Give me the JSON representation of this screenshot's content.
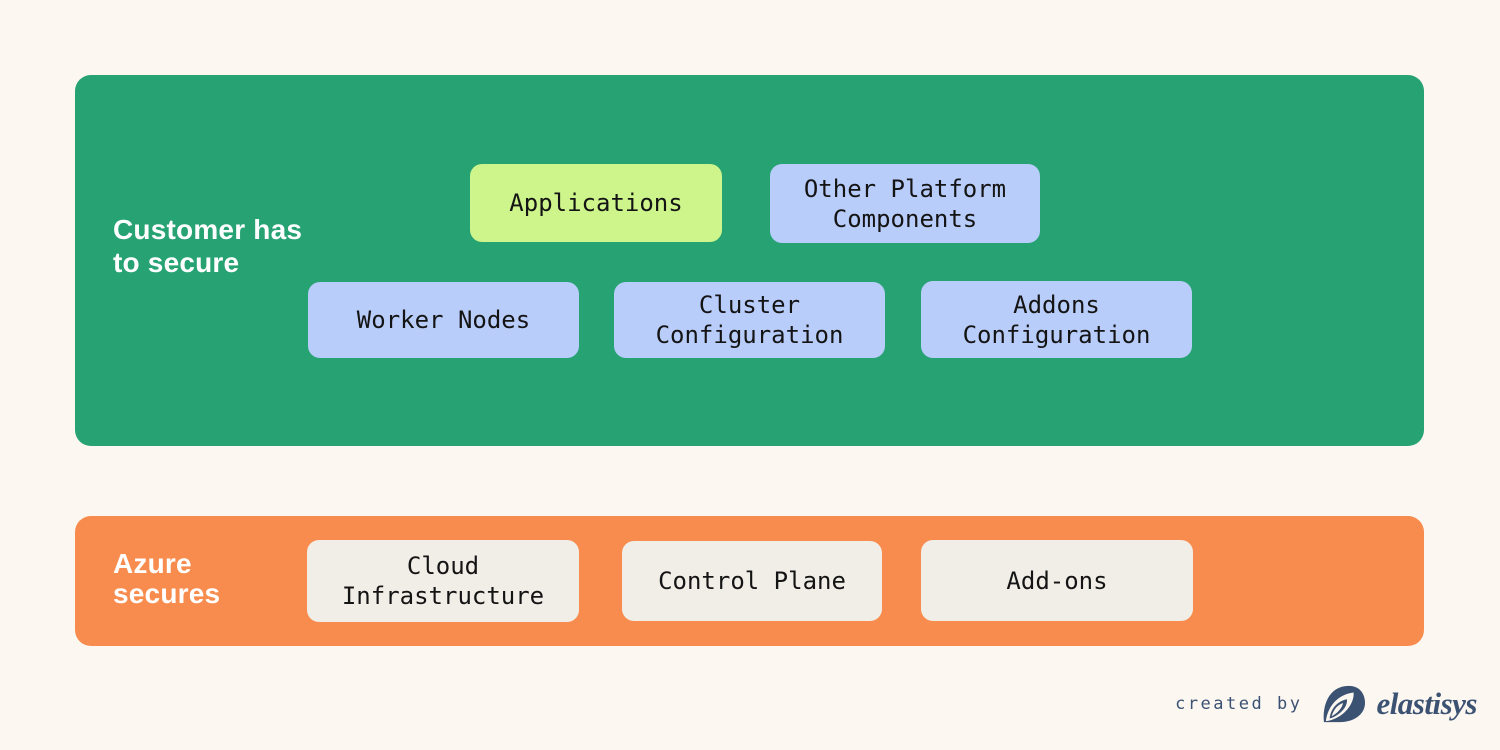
{
  "colors": {
    "page_background": "#FCF7F1",
    "customer_section_background": "#26A273",
    "azure_section_background": "#F88C4E",
    "chip_green": "#CDF58B",
    "chip_blue": "#B9CDFA",
    "chip_cream": "#F1EEE8",
    "chip_text": "#141414",
    "section_label_text": "#FFFFFF",
    "footer_text": "#3C5272"
  },
  "customer_section": {
    "label": "Customer has\nto secure",
    "items": [
      {
        "label": "Applications",
        "variant": "green"
      },
      {
        "label": "Other Platform Components",
        "variant": "blue"
      },
      {
        "label": "Worker Nodes",
        "variant": "blue"
      },
      {
        "label": "Cluster Configuration",
        "variant": "blue"
      },
      {
        "label": "Addons Configuration",
        "variant": "blue"
      }
    ]
  },
  "azure_section": {
    "label": "Azure\nsecures",
    "items": [
      {
        "label": "Cloud Infrastructure",
        "variant": "cream"
      },
      {
        "label": "Control Plane",
        "variant": "cream"
      },
      {
        "label": "Add-ons",
        "variant": "cream"
      }
    ]
  },
  "footer": {
    "credit": "created by",
    "brand": "elastisys",
    "logo_icon": "elastisys-shell-icon"
  }
}
